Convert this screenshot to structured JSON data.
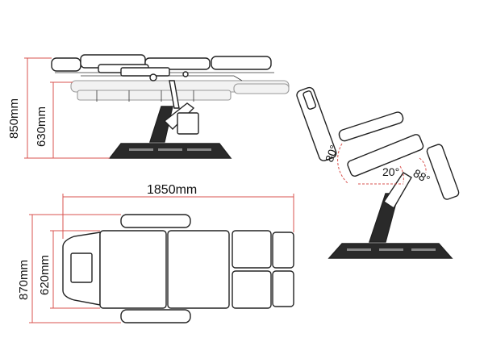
{
  "dimensions": {
    "total_height": "850mm",
    "seat_height": "630mm",
    "total_length": "1850mm",
    "total_width": "870mm",
    "seat_width": "620mm"
  },
  "angles": {
    "backrest": "80°",
    "seat": "20°",
    "leg": "88°"
  },
  "colors": {
    "dimension_line": "#d9534f",
    "ink": "#222222",
    "ghost": "#9a9a9a"
  }
}
